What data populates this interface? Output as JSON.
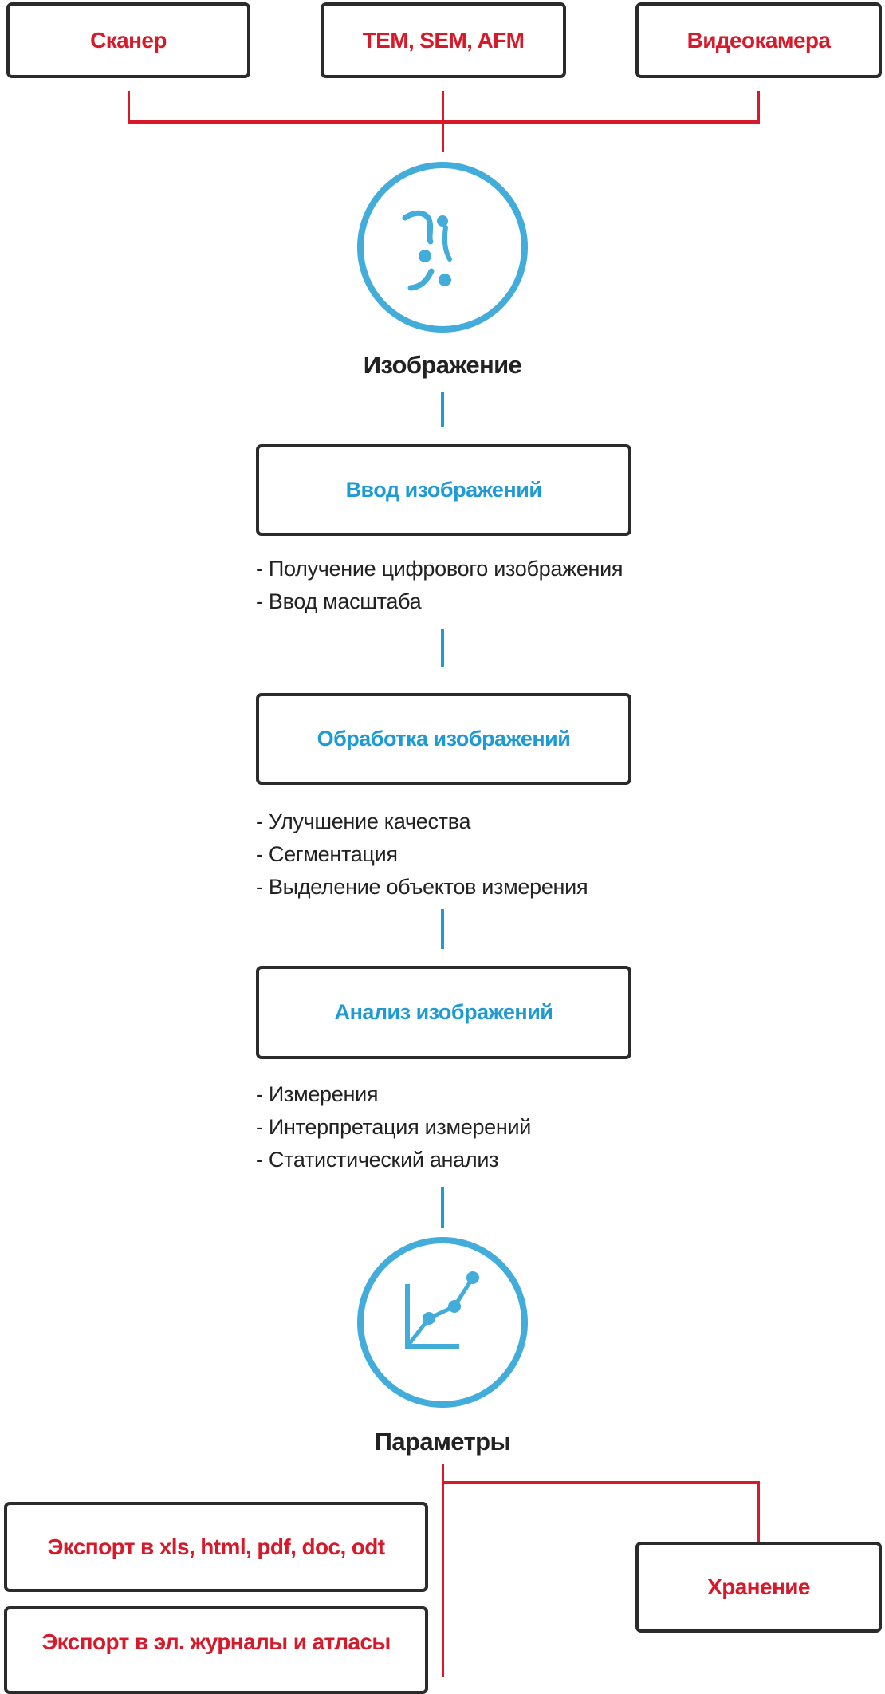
{
  "sources": [
    "Сканер",
    "TEM, SEM, AFM",
    "Видеокамера"
  ],
  "image_node": {
    "label": "Изображение",
    "icon": "particles-icon"
  },
  "steps": [
    {
      "title": "Ввод изображений",
      "items": [
        "- Получение цифрового изображения",
        "- Ввод масштаба"
      ]
    },
    {
      "title": "Обработка изображений",
      "items": [
        "- Улучшение качества",
        "- Сегментация",
        "- Выделение объектов измерения"
      ]
    },
    {
      "title": "Анализ изображений",
      "items": [
        "- Измерения",
        "- Интерпретация измерений",
        "- Статистический анализ"
      ]
    }
  ],
  "params_node": {
    "label": "Параметры",
    "icon": "chart-icon"
  },
  "outputs": {
    "export_formats": "Экспорт в xls, html, pdf, doc, odt",
    "export_journals": "Экспорт в эл. журналы и атласы",
    "storage": "Хранение"
  },
  "colors": {
    "red": "#d7192a",
    "blue": "#1e9ad6",
    "border": "#2b2b2b"
  }
}
